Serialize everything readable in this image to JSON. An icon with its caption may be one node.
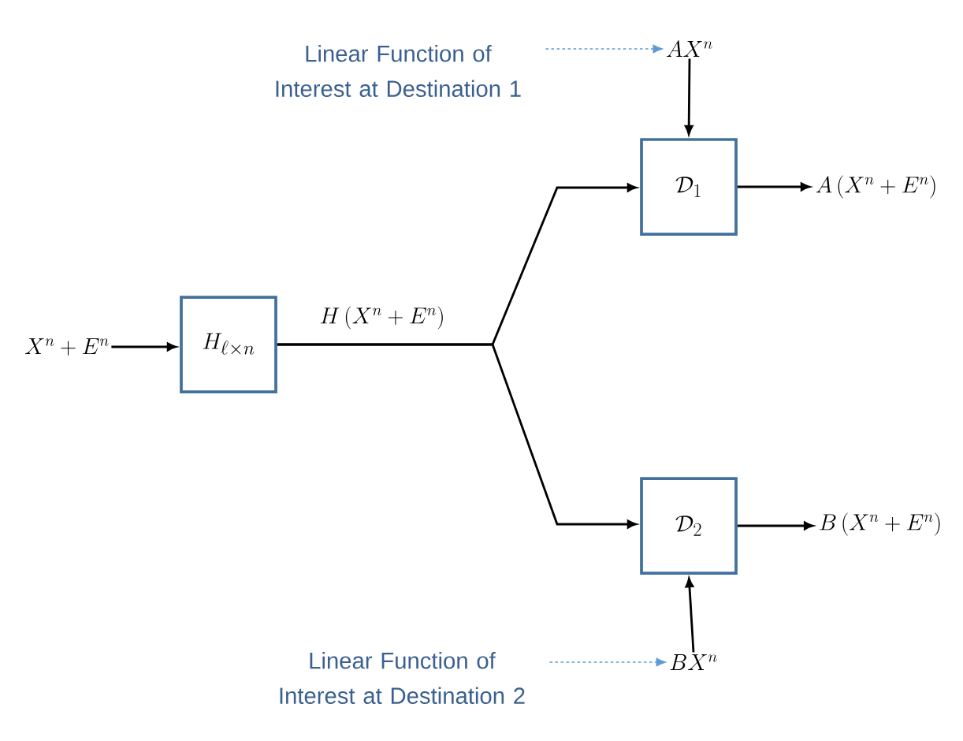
{
  "diagram": {
    "nodes": [
      {
        "text": [
          "X^n+E^n"
        ]
      },
      {
        "text": [
          "H_{\\ell\\times n}"
        ]
      },
      {
        "text": [
          "\\mathcal{D}_1"
        ]
      },
      {
        "text": [
          "\\mathcal{D}_2"
        ]
      },
      {
        "text": [
          "AX^n"
        ]
      },
      {
        "text": [
          "BX^n"
        ]
      },
      {
        "text": [
          "A\\left(X^n+E^n\\right)"
        ]
      },
      {
        "text": [
          "B\\left(X^n+E^n\\right)"
        ]
      },
      {
        "text": [
          "Linear Function of Interest at Destination 1"
        ]
      },
      {
        "text": [
          "Linear Function of Interest at Destination 2"
        ]
      }
    ],
    "edges": [
      {
        "from": 0,
        "to": 1,
        "arrow": "to"
      },
      {
        "from": 1,
        "to": 2,
        "arrow": "to",
        "label": "H\\left(X^n+E^n\\right)"
      },
      {
        "from": 1,
        "to": 3,
        "arrow": "to"
      },
      {
        "from": 4,
        "to": 2,
        "arrow": "to"
      },
      {
        "from": 5,
        "to": 3,
        "arrow": "to"
      },
      {
        "from": 2,
        "to": 6,
        "arrow": "to"
      },
      {
        "from": 3,
        "to": 7,
        "arrow": "to"
      },
      {
        "from": 8,
        "to": 4,
        "arrow": "to",
        "style": "dashed",
        "color": "#5b9bd5"
      },
      {
        "from": 9,
        "to": 5,
        "arrow": "to",
        "style": "dashed",
        "color": "#5b9bd5"
      }
    ]
  }
}
